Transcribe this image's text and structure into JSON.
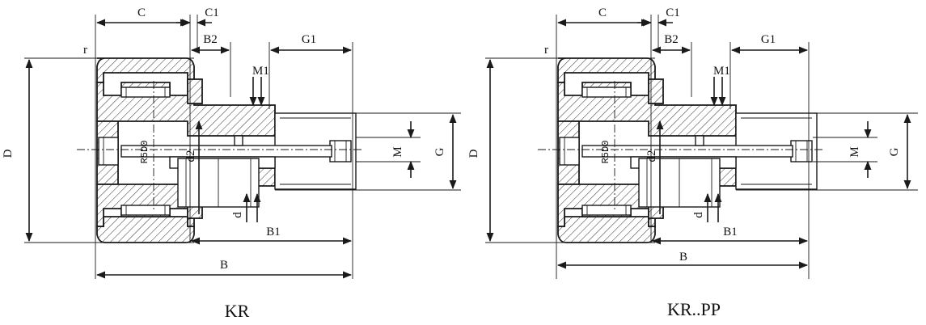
{
  "figures": [
    {
      "caption": "KR",
      "labels": {
        "C": "C",
        "C1": "C1",
        "B2": "B2",
        "G1": "G1",
        "r": "r",
        "M1": "M1",
        "D": "D",
        "R5D0": "R5D0",
        "d2": "d2",
        "M": "M",
        "G": "G",
        "d": "d",
        "B1": "B1",
        "B": "B"
      }
    },
    {
      "caption": "KR..PP",
      "labels": {
        "C": "C",
        "C1": "C1",
        "B2": "B2",
        "G1": "G1",
        "r": "r",
        "M1": "M1",
        "D": "D",
        "R5D0": "R5D0",
        "d2": "d2",
        "M": "M",
        "G": "G",
        "d": "d",
        "B1": "B1",
        "B": "B"
      }
    }
  ]
}
